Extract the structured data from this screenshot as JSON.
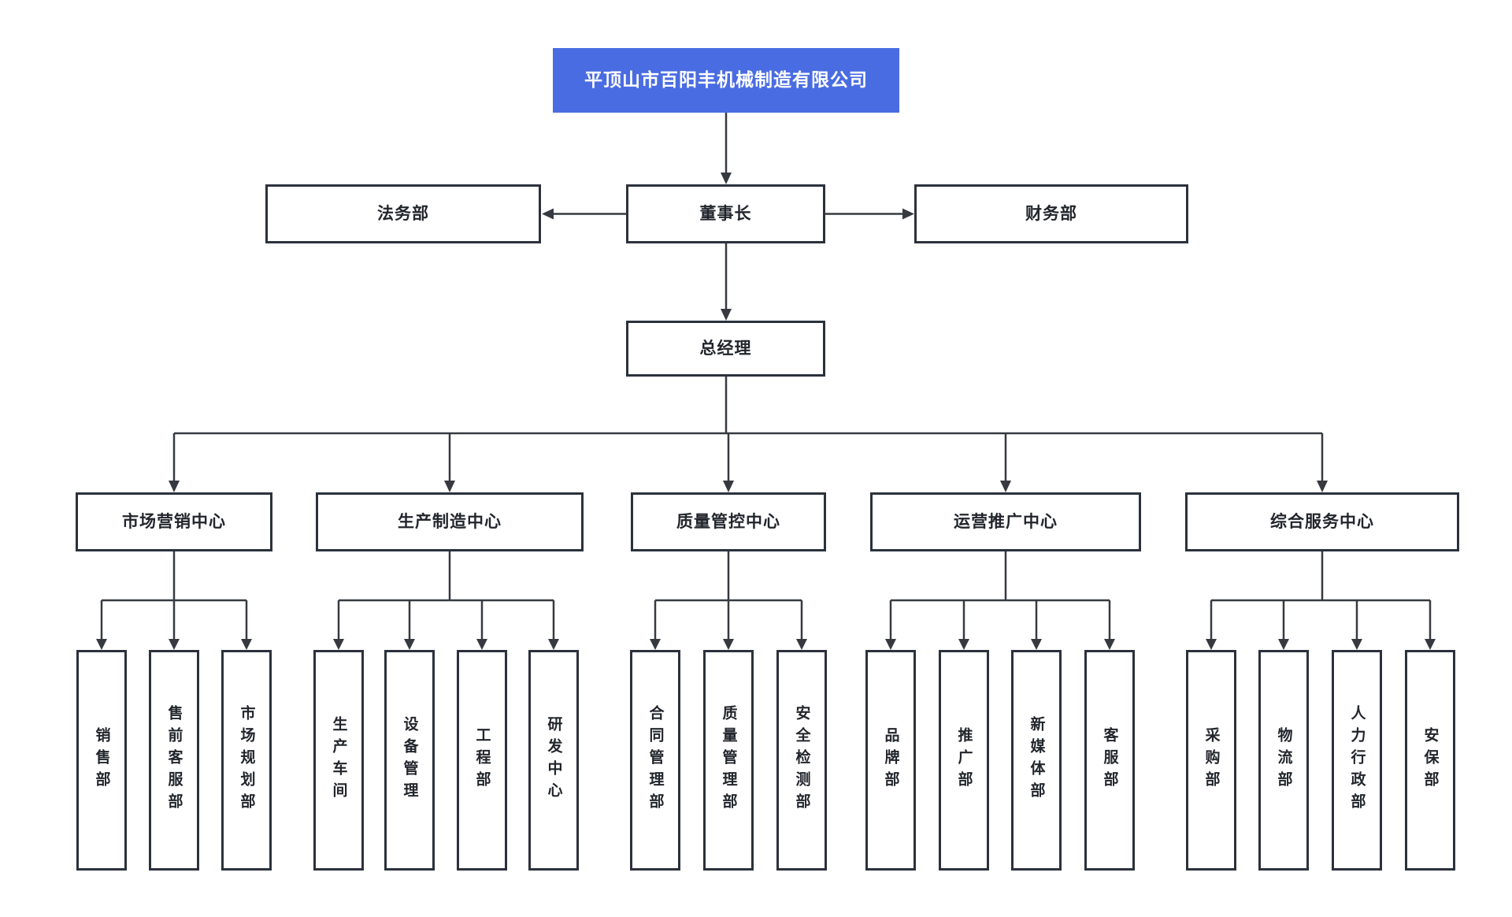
{
  "company": {
    "name": "平顶山市百阳丰机械制造有限公司"
  },
  "executive": {
    "legal_dept": "法务部",
    "chairman": "董事长",
    "finance_dept": "财务部",
    "general_manager": "总经理"
  },
  "centers": [
    {
      "label": "市场营销中心",
      "departments": [
        "销售部",
        "售前客服部",
        "市场规划部"
      ]
    },
    {
      "label": "生产制造中心",
      "departments": [
        "生产车间",
        "设备管理",
        "工程部",
        "研发中心"
      ]
    },
    {
      "label": "质量管控中心",
      "departments": [
        "合同管理部",
        "质量管理部",
        "安全检测部"
      ]
    },
    {
      "label": "运营推广中心",
      "departments": [
        "品牌部",
        "推广部",
        "新媒体部",
        "客服部"
      ]
    },
    {
      "label": "综合服务中心",
      "departments": [
        "采购部",
        "物流部",
        "人力行政部",
        "安保部"
      ]
    }
  ],
  "colors": {
    "root_fill": "#4a6ce2",
    "root_text": "#ffffff",
    "box_border": "#2b313c",
    "line": "#363a40",
    "text": "#22262c",
    "background": "#ffffff"
  }
}
